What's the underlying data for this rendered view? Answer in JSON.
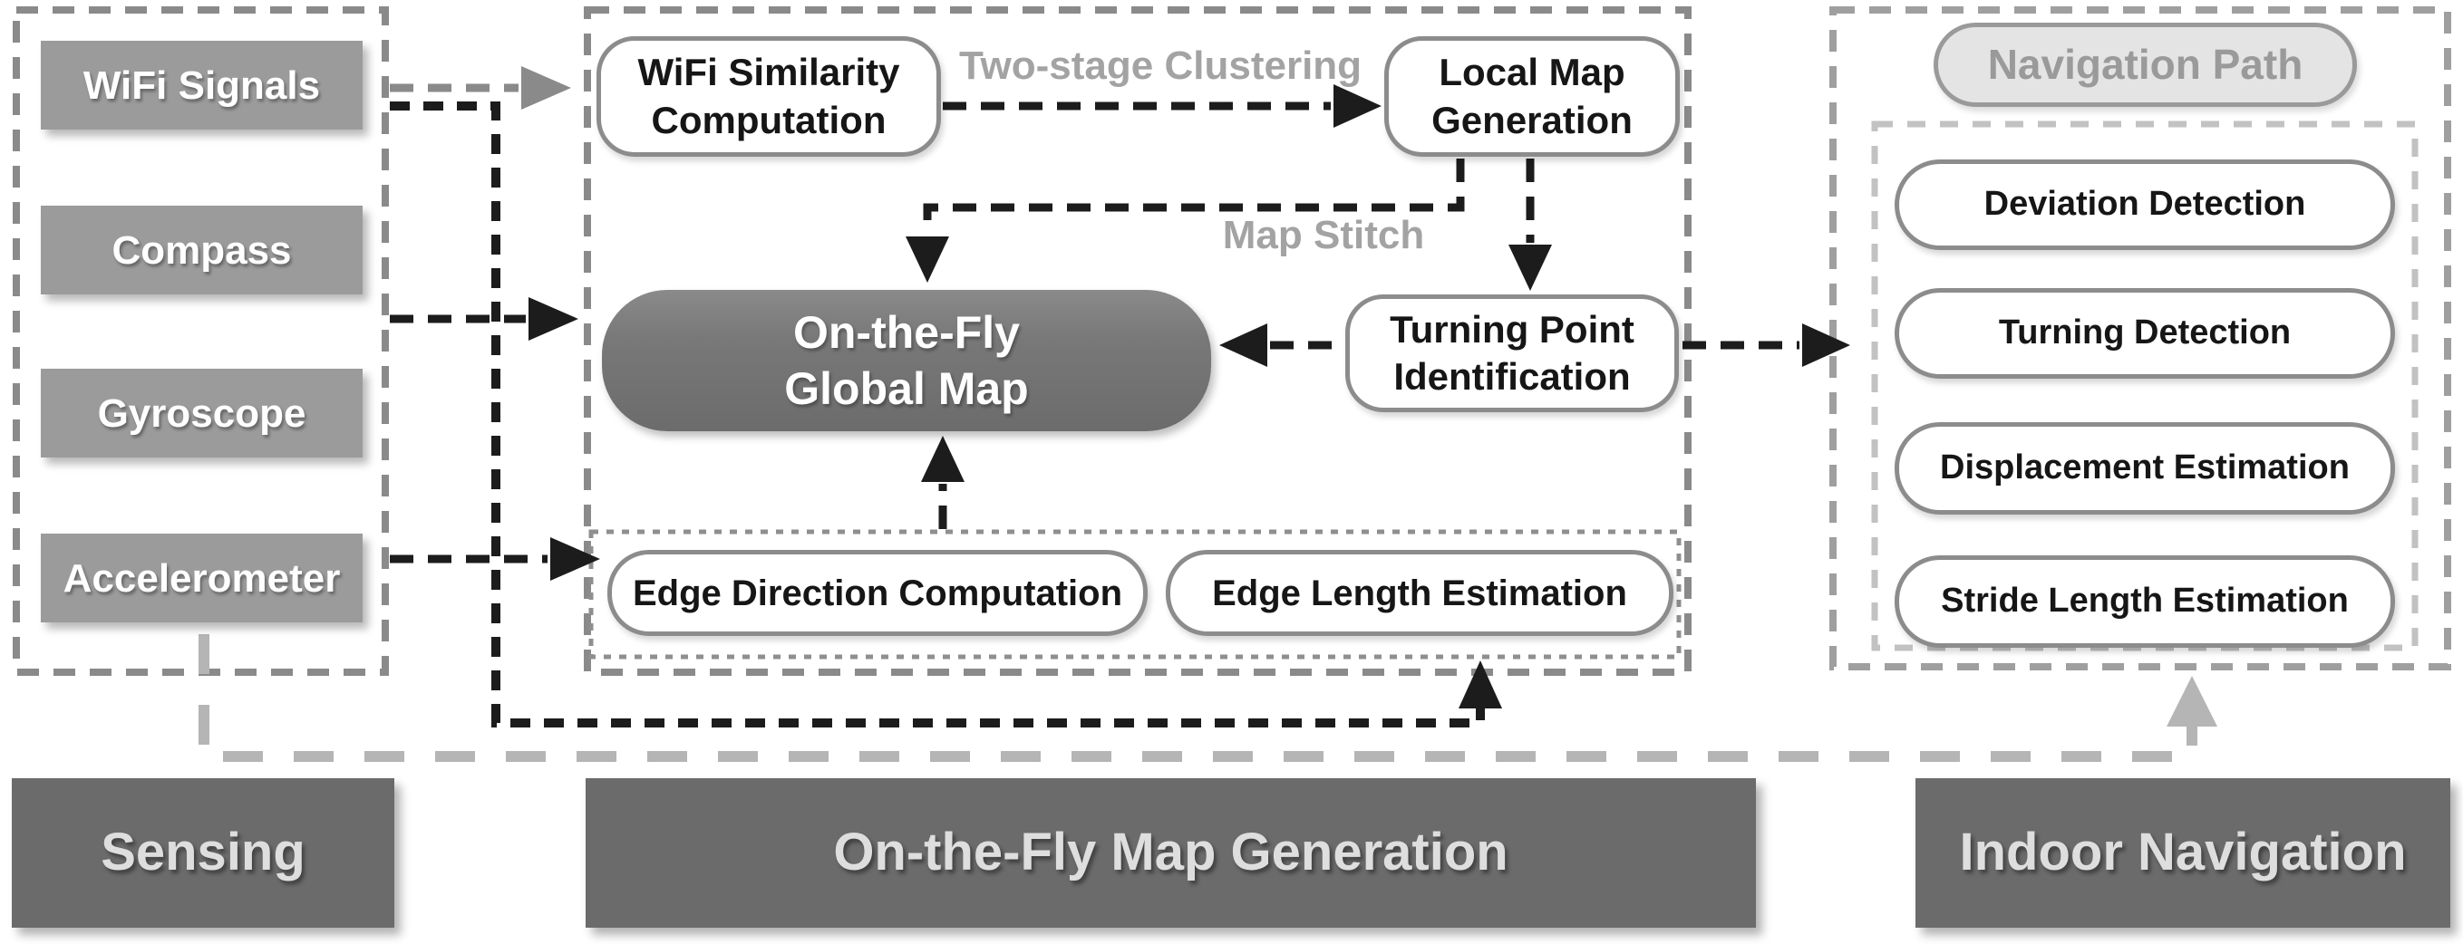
{
  "sensing": {
    "title": "Sensing",
    "boxes": [
      "WiFi Signals",
      "Compass",
      "Gyroscope",
      "Accelerometer"
    ]
  },
  "map_generation": {
    "title": "On-the-Fly Map Generation",
    "wifi_similarity": "WiFi Similarity\nComputation",
    "two_stage_label": "Two-stage Clustering",
    "local_map": "Local Map\nGeneration",
    "map_stitch_label": "Map Stitch",
    "global_map": "On-the-Fly\nGlobal Map",
    "turning_point": "Turning Point\nIdentification",
    "edge_direction": "Edge Direction Computation",
    "edge_length": "Edge Length Estimation"
  },
  "navigation": {
    "title": "Indoor Navigation",
    "nav_path": "Navigation Path",
    "boxes": [
      "Deviation Detection",
      "Turning Detection",
      "Displacement Estimation",
      "Stride Length Estimation"
    ]
  },
  "colors": {
    "sensor-box": "#9b9b9b",
    "dark-box": "#787878",
    "bar": "#6b6b6b",
    "nav-path-fill": "#e4e4e4",
    "line-black": "#1c1c1c",
    "line-gray": "#8a8a8a",
    "macro-gray": "#b5b5b5",
    "label-gray": "#a3a3a3"
  }
}
